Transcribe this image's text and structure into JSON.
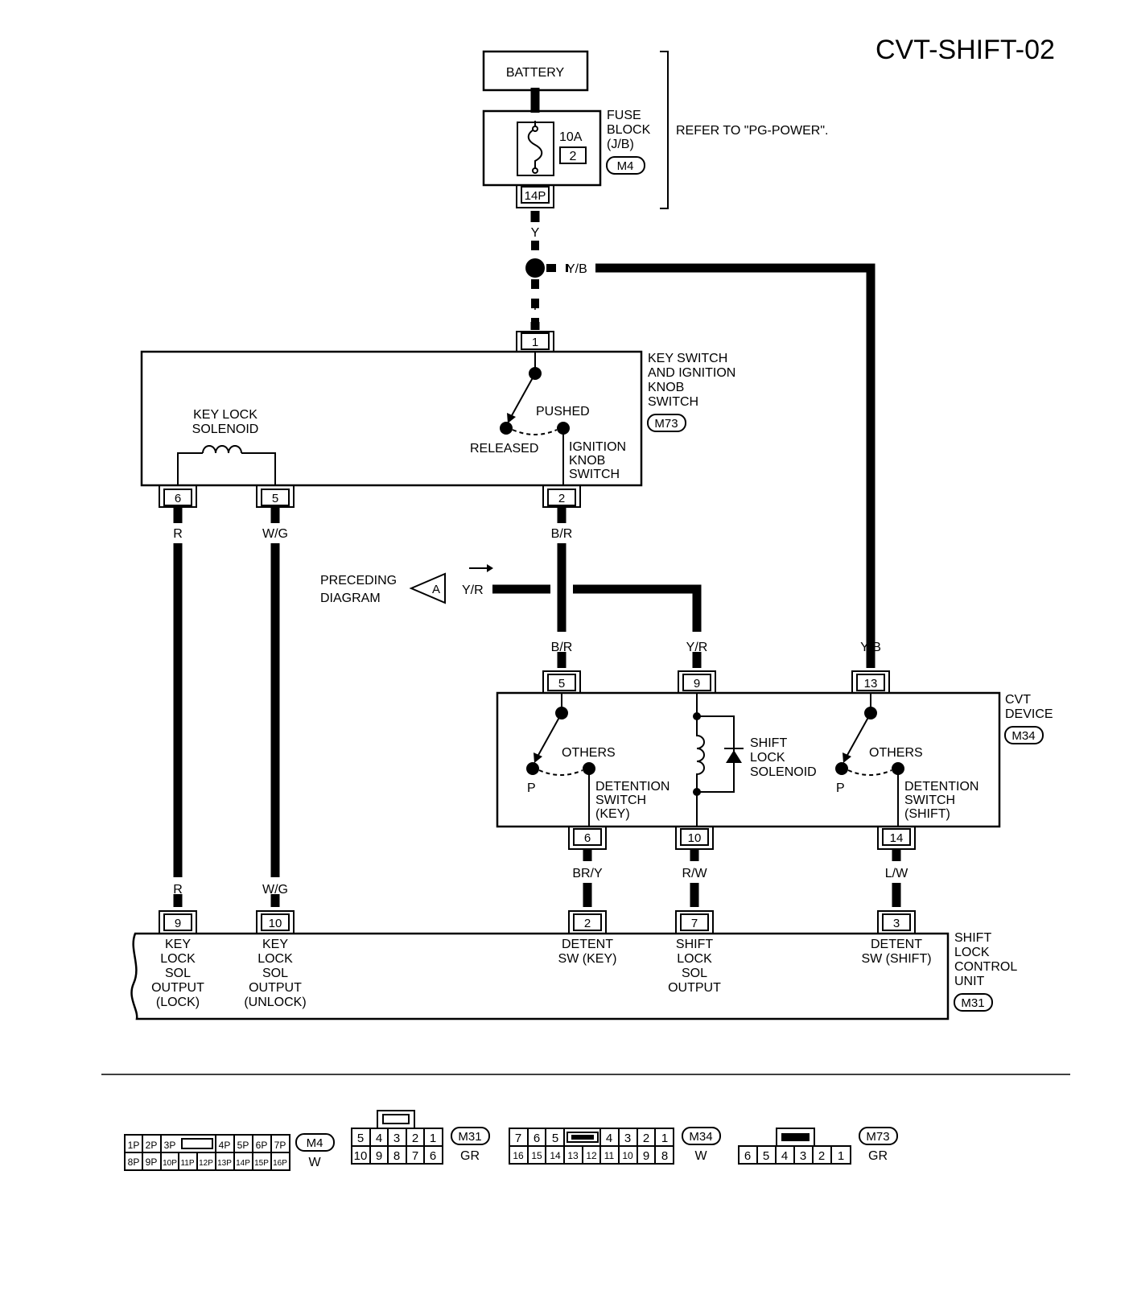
{
  "title": "CVT-SHIFT-02",
  "battery": {
    "label": "BATTERY"
  },
  "fuse_block": {
    "label_lines": [
      "FUSE",
      "BLOCK",
      "(J/B)"
    ],
    "fuse_rating": "10A",
    "fuse_number": "2",
    "connector": "M4",
    "terminal": "14P"
  },
  "refer_note": "REFER TO \"PG-POWER\".",
  "wires": {
    "fuse_out": "Y",
    "splice_branch": "Y/B",
    "splice_down": "Y",
    "ks_pin6": "R",
    "ks_pin5": "W/G",
    "ks_pin2": "B/R",
    "preceding": "Y/R",
    "cvt_pin5": "B/R",
    "cvt_pin9": "Y/R",
    "cvt_pin13": "Y/B",
    "cvt_pin6": "BR/Y",
    "cvt_pin10": "R/W",
    "cvt_pin14": "L/W",
    "slu_pin9": "R",
    "slu_pin10": "W/G"
  },
  "preceding_diagram": {
    "label_lines": [
      "PRECEDING",
      "DIAGRAM"
    ],
    "connector_letter": "A"
  },
  "key_switch": {
    "label_lines": [
      "KEY SWITCH",
      "AND IGNITION",
      "KNOB",
      "SWITCH"
    ],
    "connector": "M73",
    "pins": {
      "top": "1",
      "left": "6",
      "mid": "5",
      "right": "2"
    },
    "solenoid_lines": [
      "KEY LOCK",
      "SOLENOID"
    ],
    "pushed": "PUSHED",
    "released": "RELEASED",
    "ign_knob_lines": [
      "IGNITION",
      "KNOB",
      "SWITCH"
    ]
  },
  "cvt_device": {
    "label_lines": [
      "CVT",
      "DEVICE"
    ],
    "connector": "M34",
    "pins": {
      "top_a": "5",
      "top_b": "9",
      "top_c": "13",
      "bot_a": "6",
      "bot_b": "10",
      "bot_c": "14"
    },
    "others": "OTHERS",
    "p": "P",
    "detention_key_lines": [
      "DETENTION",
      "SWITCH",
      "(KEY)"
    ],
    "solenoid_lines": [
      "SHIFT",
      "LOCK",
      "SOLENOID"
    ],
    "detention_shift_lines": [
      "DETENTION",
      "SWITCH",
      "(SHIFT)"
    ]
  },
  "shift_lock_unit": {
    "label_lines": [
      "SHIFT",
      "LOCK",
      "CONTROL",
      "UNIT"
    ],
    "connector": "M31",
    "pins": {
      "a": "9",
      "b": "10",
      "c": "2",
      "d": "7",
      "e": "3"
    },
    "pin9_lines": [
      "KEY",
      "LOCK",
      "SOL",
      "OUTPUT",
      "(LOCK)"
    ],
    "pin10_lines": [
      "KEY",
      "LOCK",
      "SOL",
      "OUTPUT",
      "(UNLOCK)"
    ],
    "pin2_lines": [
      "DETENT",
      "SW (KEY)"
    ],
    "pin7_lines": [
      "SHIFT",
      "LOCK",
      "SOL",
      "OUTPUT"
    ],
    "pin3_lines": [
      "DETENT",
      "SW (SHIFT)"
    ]
  },
  "connector_views": [
    {
      "id": "M4",
      "color": "W",
      "top_row": [
        "1P",
        "2P",
        "3P",
        "",
        "4P",
        "5P",
        "6P",
        "7P"
      ],
      "bottom_row": [
        "8P",
        "9P",
        "10P",
        "11P",
        "12P",
        "13P",
        "14P",
        "15P",
        "16P"
      ]
    },
    {
      "id": "M31",
      "color": "GR",
      "top_row": [
        "5",
        "4",
        "3",
        "2",
        "1"
      ],
      "bottom_row": [
        "10",
        "9",
        "8",
        "7",
        "6"
      ]
    },
    {
      "id": "M34",
      "color": "W",
      "top_row": [
        "7",
        "6",
        "5",
        "",
        "4",
        "3",
        "2",
        "1"
      ],
      "bottom_row": [
        "16",
        "15",
        "14",
        "13",
        "12",
        "11",
        "10",
        "9",
        "8"
      ]
    },
    {
      "id": "M73",
      "color": "GR",
      "top_row": [],
      "bottom_row": [
        "6",
        "5",
        "4",
        "3",
        "2",
        "1"
      ]
    }
  ]
}
